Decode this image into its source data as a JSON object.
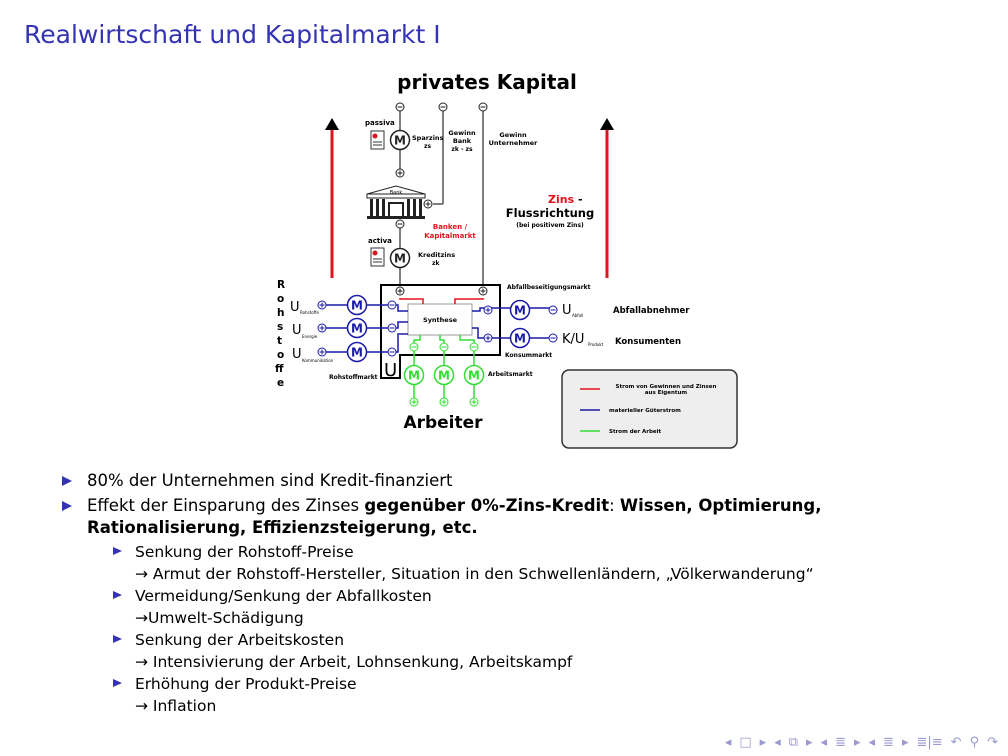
{
  "title": "Realwirtschaft und Kapitalmarkt I",
  "colors": {
    "accent": "#3333b3",
    "red": "#e0141c",
    "blue": "#1a1aa8",
    "green": "#33dd33"
  },
  "diagram": {
    "heading_top": "privates Kapital",
    "heading_bottom": "Arbeiter",
    "motor_label": "M",
    "passiva": "passiva",
    "activa": "activa",
    "sparzins": "Sparzins",
    "sparzins_sym": "zs",
    "kreditzins": "Kreditzins",
    "kreditzins_sym": "zk",
    "gewinn_bank": [
      "Gewinn",
      "Bank",
      "zk - zs"
    ],
    "gewinn_unternehmer": [
      "Gewinn",
      "Unternehmer"
    ],
    "bank_label": "Bank",
    "banken_kapitalmarkt": [
      "Banken /",
      "Kapitalmarkt"
    ],
    "zins": "Zins",
    "zins_dash": " -",
    "flussrichtung": "Flussrichtung",
    "flussrichtung_note": "(bei positivem Zins)",
    "rohstoffe_vertical": [
      "R",
      "o",
      "h",
      "s",
      "t",
      "o",
      "ff",
      "e"
    ],
    "inputs": [
      {
        "u": "U",
        "sub": "Rohstoffe"
      },
      {
        "u": "U",
        "sub": "Energie"
      },
      {
        "u": "U",
        "sub": "Kommunikation"
      }
    ],
    "outputs": [
      {
        "u": "U",
        "sub": "Abfall",
        "label": "Abfallabnehmer"
      },
      {
        "u": "K/U",
        "sub": "Produkt",
        "label": "Konsumenten"
      }
    ],
    "synthese": "Synthese",
    "u_box": "U",
    "rohstoffmarkt": "Rohstoffmarkt",
    "abfallbeseitigungsmarkt": "Abfallbeseitigungsmarkt",
    "konsummarkt": "Konsummarkt",
    "arbeitsmarkt": "Arbeitsmarkt",
    "legend": [
      {
        "label": "Strom von Gewinnen und Zinsen",
        "label2": "aus Eigentum",
        "color": "#e0141c"
      },
      {
        "label": "materieller Güterstrom",
        "label2": "",
        "color": "#1a1aa8"
      },
      {
        "label": "Strom der Arbeit",
        "label2": "",
        "color": "#33dd33"
      }
    ]
  },
  "bullets": [
    {
      "text": "80% der Unternehmen sind Kredit-finanziert"
    },
    {
      "text_pre": "Effekt der Einsparung des Zinses ",
      "text_bold1": "gegenüber 0%-Zins-Kredit",
      "text_mid": ": ",
      "text_bold2": "Wissen, Optimierung, Rationalisierung, Effizienzsteigerung, etc.",
      "sub": [
        {
          "line1": "Senkung der Rohstoff-Preise",
          "line2": "→ Armut der Rohstoff-Hersteller, Situation in den Schwellenländern, „Völkerwanderung“"
        },
        {
          "line1": "Vermeidung/Senkung der Abfallkosten",
          "line2": "→Umwelt-Schädigung"
        },
        {
          "line1": "Senkung der Arbeitskosten",
          "line2": "→ Intensivierung der Arbeit, Lohnsenkung, Arbeitskampf"
        },
        {
          "line1": "Erhöhung der Produkt-Preise",
          "line2": "→ Inflation"
        }
      ]
    }
  ],
  "nav": {
    "frame_prev": "◂",
    "frame": "□",
    "frame_next": "▸",
    "sub_prev": "◂",
    "sub": "⧉",
    "sub_next": "▸",
    "sec_prev": "◂",
    "sec": "≣",
    "sec_next": "▸",
    "subsec_prev": "◂",
    "subsec": "≣",
    "subsec_next": "▸",
    "toc": "≣|≡",
    "back": "↶",
    "search": "⚲",
    "fwd": "↷"
  }
}
